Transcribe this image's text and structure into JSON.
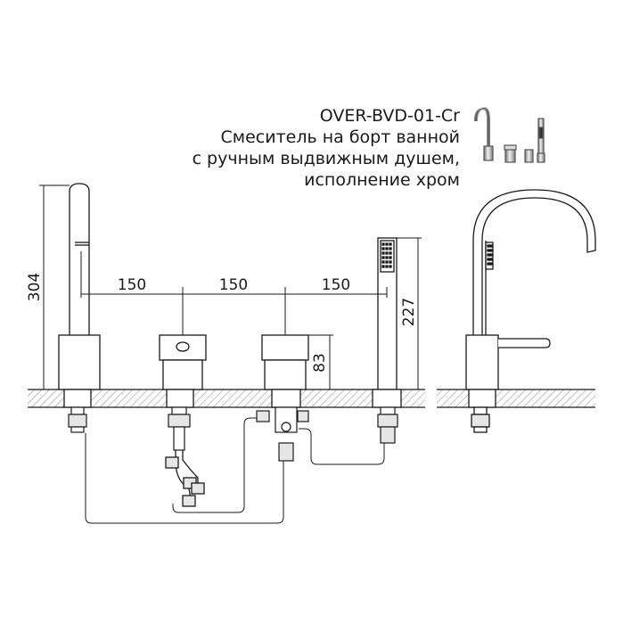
{
  "header": {
    "model": "OVER-BVD-01-Cr",
    "line1": "Смеситель на борт ванной",
    "line2": "с ручным выдвижным душем,",
    "line3": "исполнение хром"
  },
  "dimensions": {
    "total_height": "304",
    "spacing_1": "150",
    "spacing_2": "150",
    "spacing_3": "150",
    "shower_height": "227",
    "handle_height": "83"
  },
  "colors": {
    "line": "#1a1a1a",
    "hatch": "#9a9a9a",
    "chrome_dark": "#6f6f6f",
    "chrome_light": "#d9d9d9"
  },
  "icons": [
    "faucet-product-thumbnail"
  ]
}
